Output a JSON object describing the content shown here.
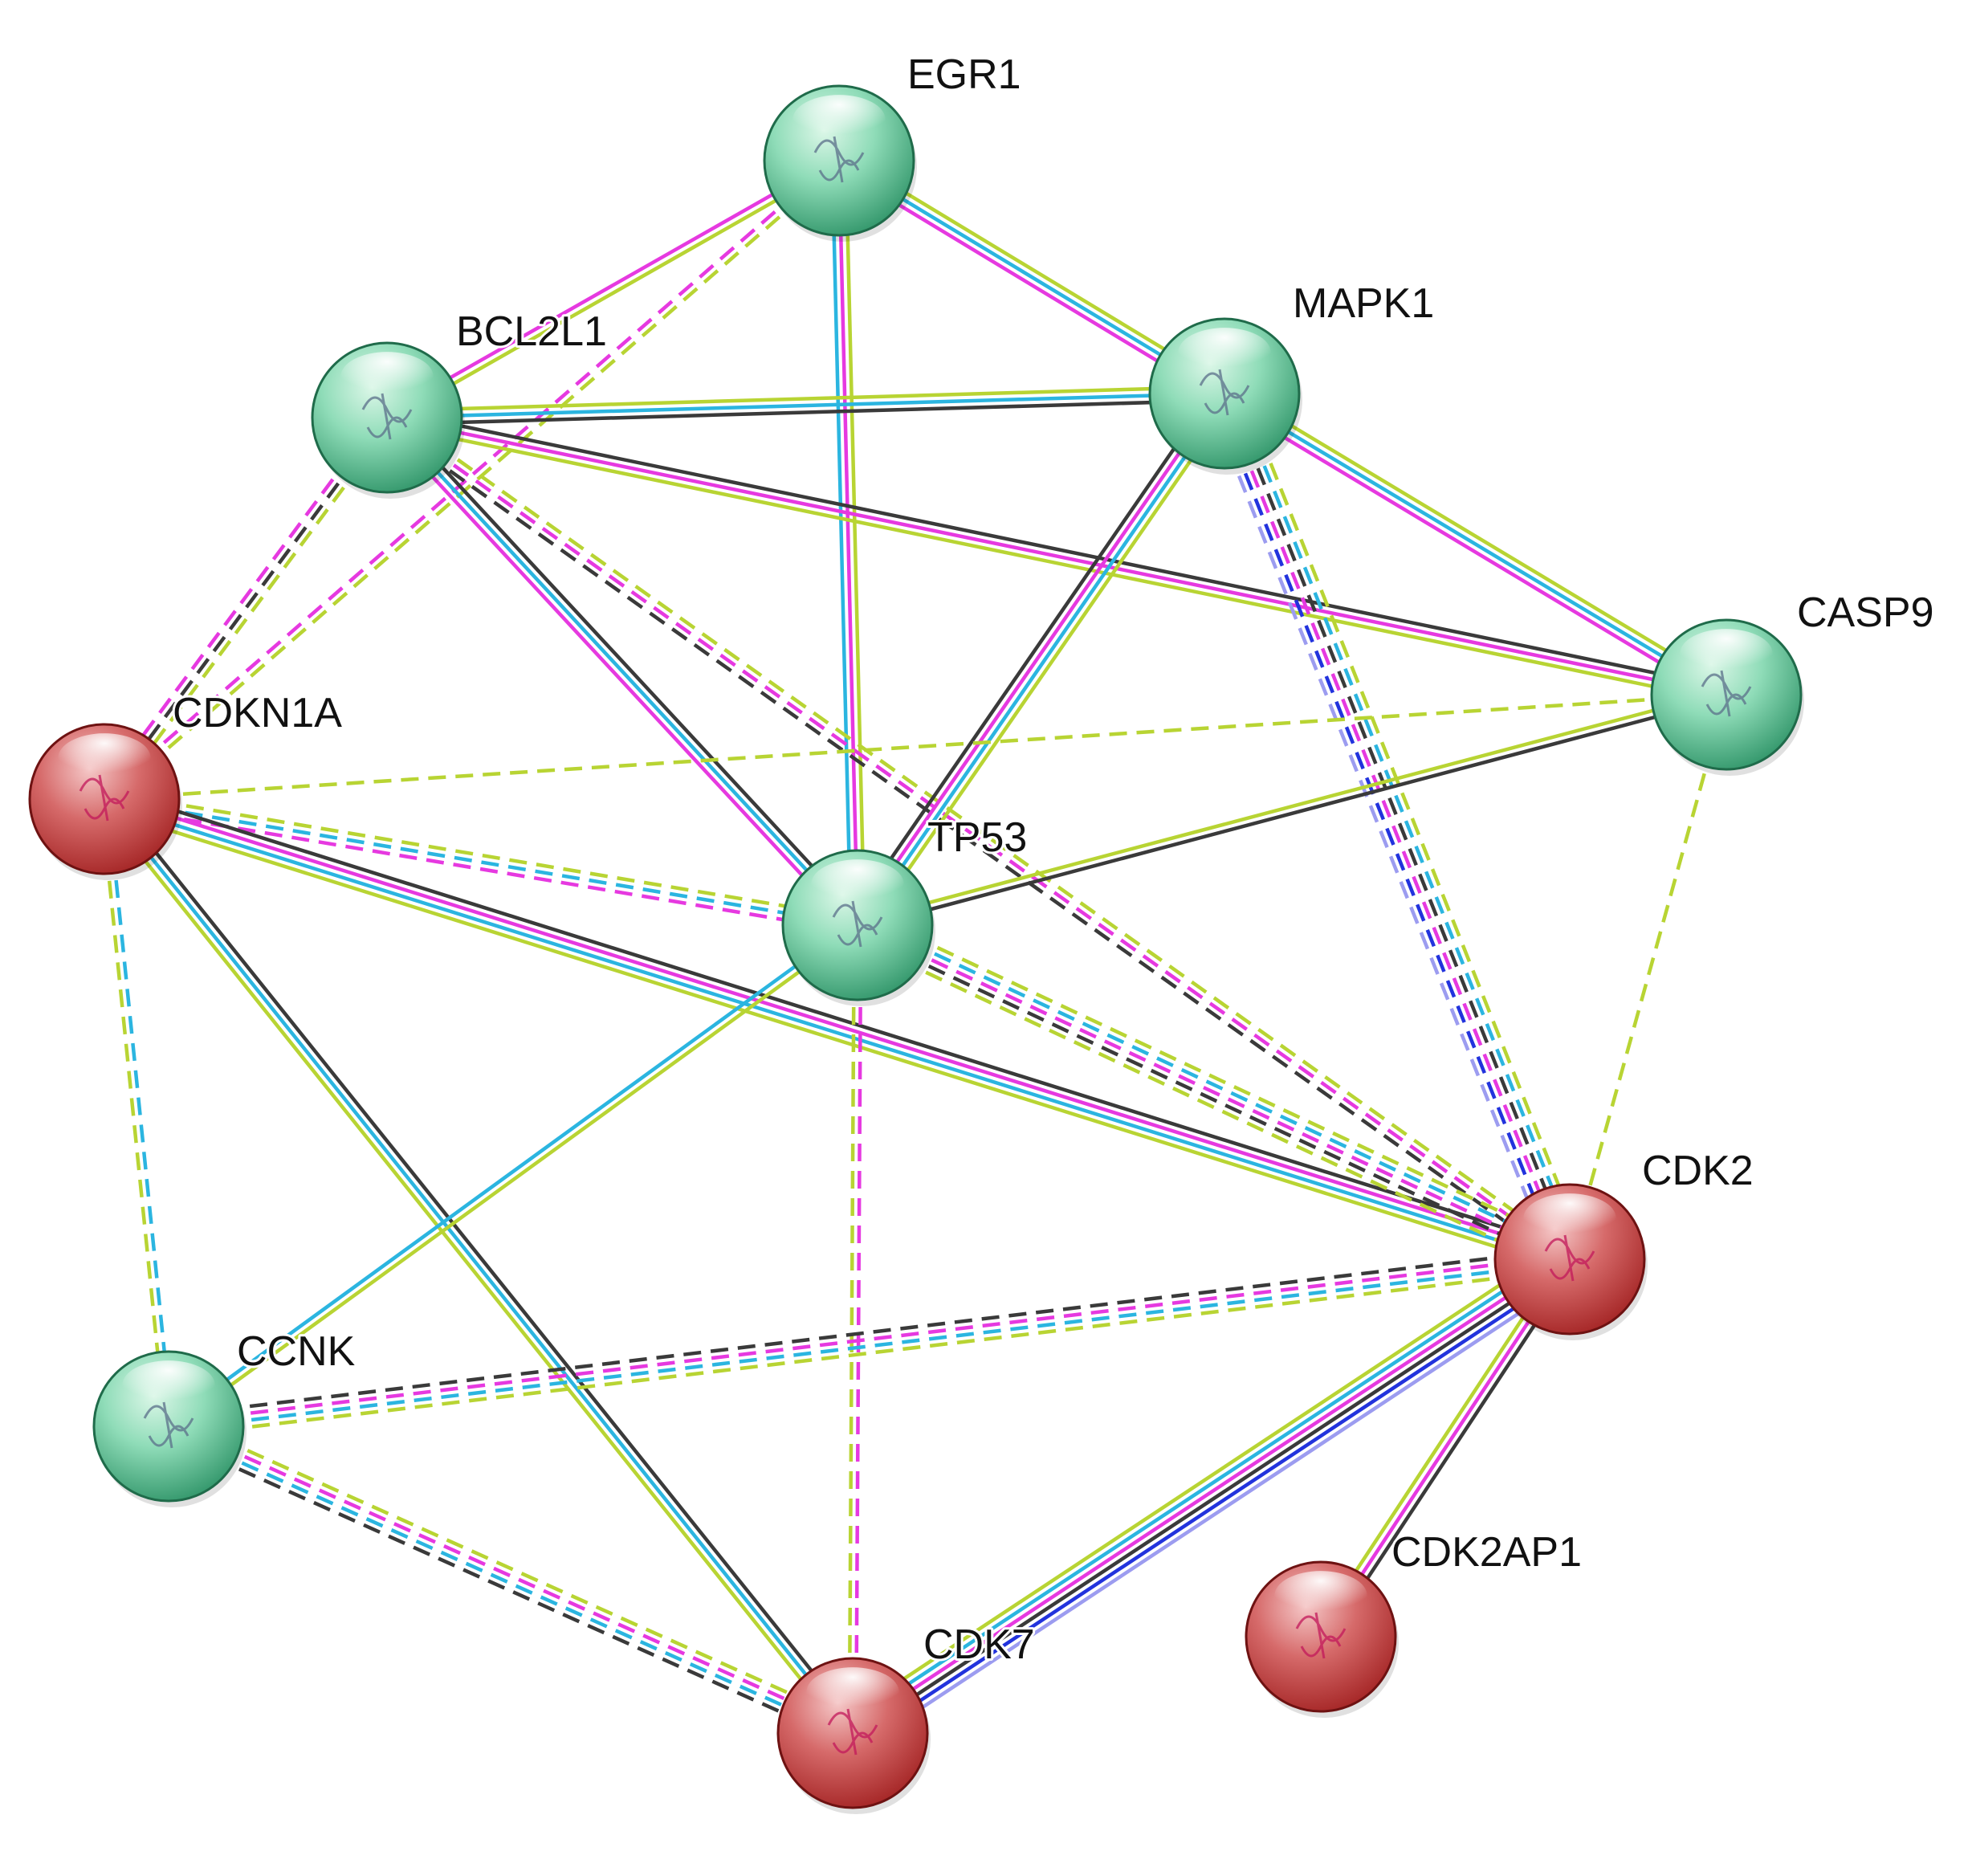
{
  "network": {
    "nodes": [
      {
        "id": "EGR1",
        "label": "EGR1",
        "color": "green",
        "icon": "protein-structure-icon"
      },
      {
        "id": "MAPK1",
        "label": "MAPK1",
        "color": "green",
        "icon": "protein-structure-icon"
      },
      {
        "id": "BCL2L1",
        "label": "BCL2L1",
        "color": "green",
        "icon": "protein-structure-icon"
      },
      {
        "id": "CASP9",
        "label": "CASP9",
        "color": "green",
        "icon": "protein-structure-icon"
      },
      {
        "id": "CDKN1A",
        "label": "CDKN1A",
        "color": "red",
        "icon": "protein-structure-icon"
      },
      {
        "id": "TP53",
        "label": "TP53",
        "color": "green",
        "icon": "protein-structure-icon"
      },
      {
        "id": "CDK2",
        "label": "CDK2",
        "color": "red",
        "icon": "protein-structure-icon"
      },
      {
        "id": "CCNK",
        "label": "CCNK",
        "color": "green",
        "icon": "protein-structure-icon"
      },
      {
        "id": "CDK2AP1",
        "label": "CDK2AP1",
        "color": "red",
        "icon": "protein-structure-icon"
      },
      {
        "id": "CDK7",
        "label": "CDK7",
        "color": "red",
        "icon": "protein-structure-icon"
      }
    ],
    "edges": [
      {
        "source": "EGR1",
        "target": "BCL2L1",
        "colors": [
          "yellowgreen",
          "magenta"
        ],
        "dashed": false
      },
      {
        "source": "EGR1",
        "target": "MAPK1",
        "colors": [
          "yellowgreen",
          "cyan",
          "magenta"
        ],
        "dashed": false
      },
      {
        "source": "EGR1",
        "target": "TP53",
        "colors": [
          "yellowgreen",
          "magenta",
          "cyan"
        ],
        "dashed": false
      },
      {
        "source": "EGR1",
        "target": "CDKN1A",
        "colors": [
          "yellowgreen",
          "magenta"
        ],
        "dashed": true
      },
      {
        "source": "BCL2L1",
        "target": "MAPK1",
        "colors": [
          "yellowgreen",
          "cyan",
          "black"
        ],
        "dashed": false
      },
      {
        "source": "BCL2L1",
        "target": "CASP9",
        "colors": [
          "black",
          "magenta",
          "yellowgreen"
        ],
        "dashed": false
      },
      {
        "source": "BCL2L1",
        "target": "TP53",
        "colors": [
          "black",
          "cyan",
          "magenta"
        ],
        "dashed": false
      },
      {
        "source": "BCL2L1",
        "target": "CDKN1A",
        "colors": [
          "yellowgreen",
          "black",
          "magenta"
        ],
        "dashed": true
      },
      {
        "source": "BCL2L1",
        "target": "CDK2",
        "colors": [
          "yellowgreen",
          "magenta",
          "black"
        ],
        "dashed": true
      },
      {
        "source": "MAPK1",
        "target": "CASP9",
        "colors": [
          "yellowgreen",
          "cyan",
          "magenta"
        ],
        "dashed": false
      },
      {
        "source": "MAPK1",
        "target": "TP53",
        "colors": [
          "yellowgreen",
          "cyan",
          "magenta",
          "black"
        ],
        "dashed": false
      },
      {
        "source": "MAPK1",
        "target": "CDK2",
        "colors": [
          "yellowgreen",
          "cyan",
          "black",
          "magenta",
          "blue",
          "lightblue"
        ],
        "dashed": true
      },
      {
        "source": "CASP9",
        "target": "TP53",
        "colors": [
          "black",
          "yellowgreen"
        ],
        "dashed": false
      },
      {
        "source": "CASP9",
        "target": "CDKN1A",
        "colors": [
          "yellowgreen"
        ],
        "dashed": true
      },
      {
        "source": "CASP9",
        "target": "CDK2",
        "colors": [
          "yellowgreen"
        ],
        "dashed": true
      },
      {
        "source": "CDKN1A",
        "target": "TP53",
        "colors": [
          "yellowgreen",
          "cyan",
          "magenta"
        ],
        "dashed": true
      },
      {
        "source": "CDKN1A",
        "target": "CDK2",
        "colors": [
          "black",
          "magenta",
          "cyan",
          "yellowgreen"
        ],
        "dashed": false
      },
      {
        "source": "CDKN1A",
        "target": "CDK7",
        "colors": [
          "black",
          "cyan",
          "yellowgreen"
        ],
        "dashed": false
      },
      {
        "source": "CDKN1A",
        "target": "CCNK",
        "colors": [
          "cyan",
          "yellowgreen"
        ],
        "dashed": true
      },
      {
        "source": "TP53",
        "target": "CDK2",
        "colors": [
          "yellowgreen",
          "cyan",
          "magenta",
          "black",
          "yellowgreen"
        ],
        "dashed": true
      },
      {
        "source": "TP53",
        "target": "CCNK",
        "colors": [
          "yellowgreen",
          "cyan"
        ],
        "dashed": false
      },
      {
        "source": "TP53",
        "target": "CDK7",
        "colors": [
          "magenta",
          "yellowgreen"
        ],
        "dashed": true
      },
      {
        "source": "CDK2",
        "target": "CCNK",
        "colors": [
          "yellowgreen",
          "cyan",
          "magenta",
          "black"
        ],
        "dashed": true
      },
      {
        "source": "CDK2",
        "target": "CDK7",
        "colors": [
          "lightblue",
          "blue",
          "black",
          "magenta",
          "cyan",
          "yellowgreen"
        ],
        "dashed": false
      },
      {
        "source": "CDK2",
        "target": "CDK2AP1",
        "colors": [
          "black",
          "magenta",
          "yellowgreen"
        ],
        "dashed": false
      },
      {
        "source": "CCNK",
        "target": "CDK7",
        "colors": [
          "yellowgreen",
          "magenta",
          "cyan",
          "black"
        ],
        "dashed": true
      }
    ],
    "edge_colors": {
      "yellowgreen": "#b8d433",
      "magenta": "#e639e0",
      "cyan": "#2bb5e0",
      "black": "#3a3a3a",
      "blue": "#2233dd",
      "lightblue": "#9c9cf0"
    },
    "node_colors": {
      "green": {
        "light": "#dcf7e8",
        "mid": "#8fdcb8",
        "dark": "#2f9468",
        "rim": "#1f6b4a"
      },
      "red": {
        "light": "#f5c8c8",
        "mid": "#d66a6a",
        "dark": "#a32323",
        "rim": "#6e1212"
      }
    }
  }
}
